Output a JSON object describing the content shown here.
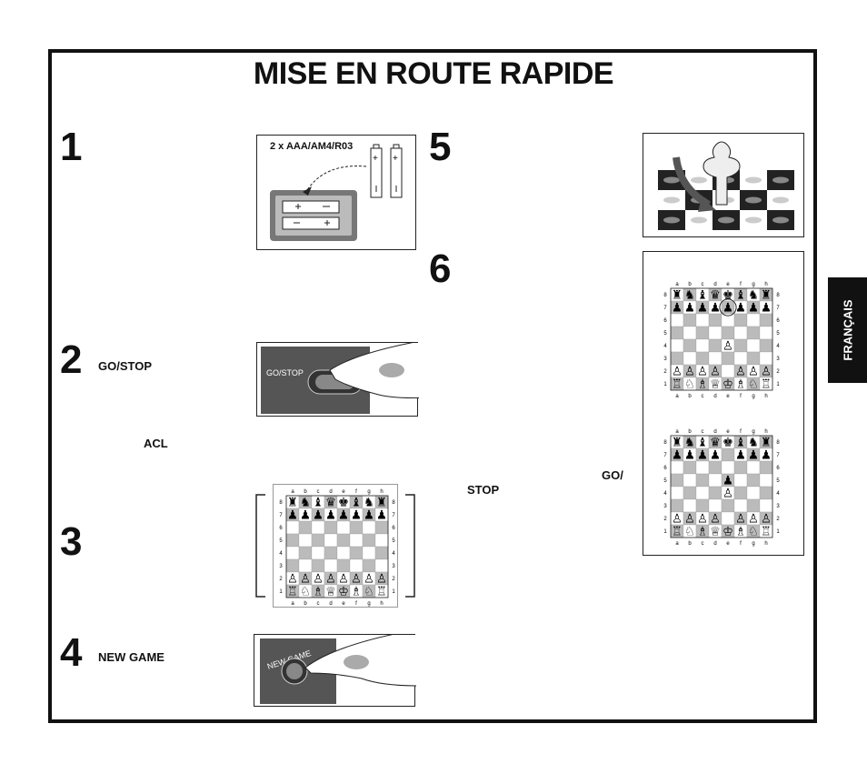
{
  "title": "MISE EN ROUTE RAPIDE",
  "side_tab": "FRANÇAIS",
  "steps": {
    "s1": {
      "number": "1"
    },
    "s2": {
      "number": "2",
      "label": "GO/STOP"
    },
    "s3": {
      "number": "3"
    },
    "s4": {
      "number": "4",
      "label": "NEW GAME"
    },
    "s5": {
      "number": "5"
    },
    "s6": {
      "number": "6"
    }
  },
  "extra_labels": {
    "acl": "ACL",
    "go": "GO/",
    "stop": "STOP"
  },
  "battery": {
    "caption": "2 x AAA/AM4/R03"
  },
  "button_text": {
    "gostop": "GO/STOP",
    "newgame": "NEW GAME"
  },
  "board_files": [
    "a",
    "b",
    "c",
    "d",
    "e",
    "f",
    "g",
    "h"
  ],
  "board_ranks": [
    "8",
    "7",
    "6",
    "5",
    "4",
    "3",
    "2",
    "1"
  ]
}
